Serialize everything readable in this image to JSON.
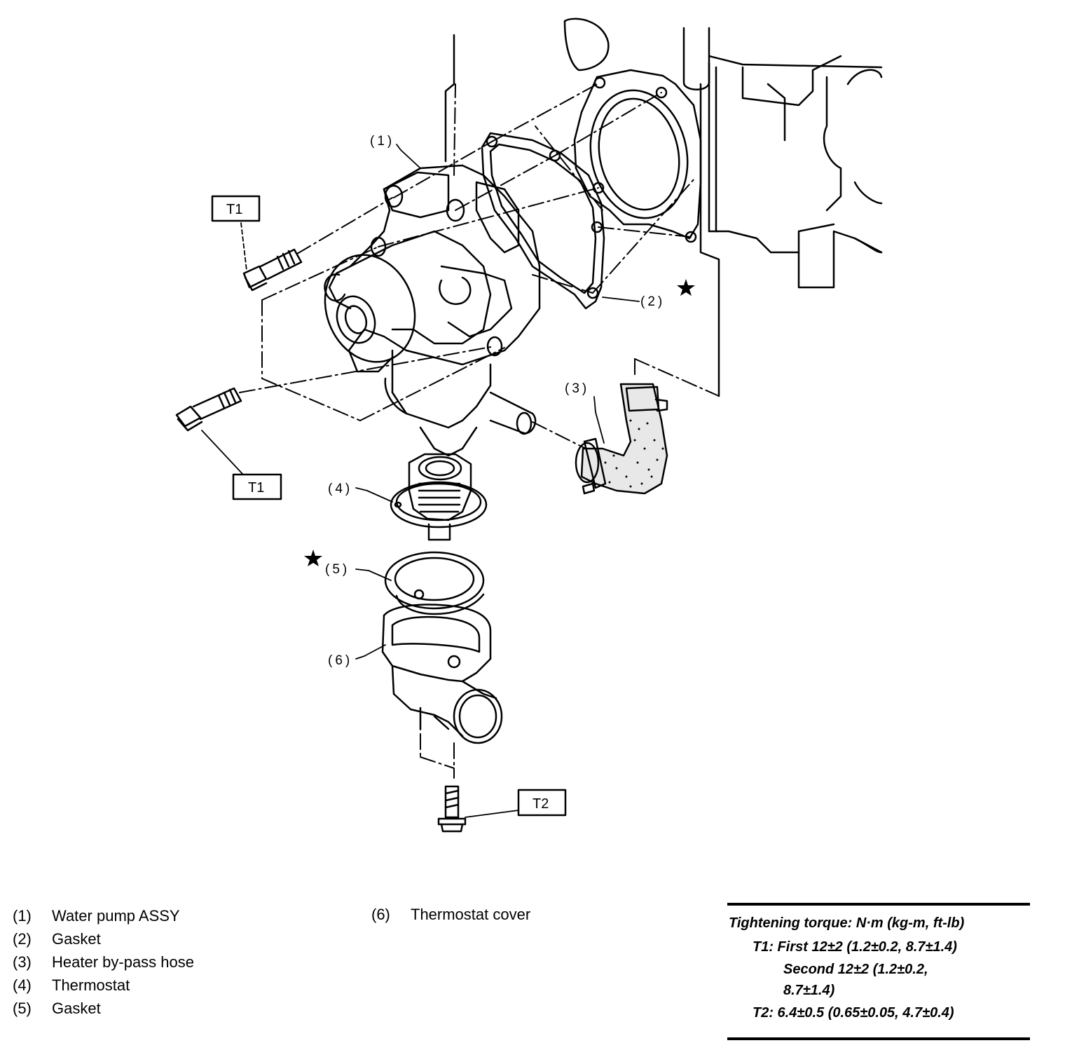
{
  "callouts": {
    "c1": "(1)",
    "c2": "(2)",
    "c3": "(3)",
    "c4": "(4)",
    "c5": "(5)",
    "c6": "(6)"
  },
  "tags": {
    "t1_upper": "T1",
    "t1_lower": "T1",
    "t2": "T2"
  },
  "legend": {
    "left": [
      {
        "num": "(1)",
        "label": "Water pump ASSY"
      },
      {
        "num": "(2)",
        "label": "Gasket"
      },
      {
        "num": "(3)",
        "label": "Heater by-pass hose"
      },
      {
        "num": "(4)",
        "label": "Thermostat"
      },
      {
        "num": "(5)",
        "label": "Gasket"
      }
    ],
    "right": [
      {
        "num": "(6)",
        "label": "Thermostat cover"
      }
    ]
  },
  "torque": {
    "heading": "Tightening torque: N·m (kg-m, ft-lb)",
    "t1_first": "T1: First 12±2 (1.2±0.2, 8.7±1.4)",
    "t1_second_a": "Second 12±2 (1.2±0.2,",
    "t1_second_b": "8.7±1.4)",
    "t2": "T2: 6.4±0.5 (0.65±0.05, 4.7±0.4)"
  }
}
